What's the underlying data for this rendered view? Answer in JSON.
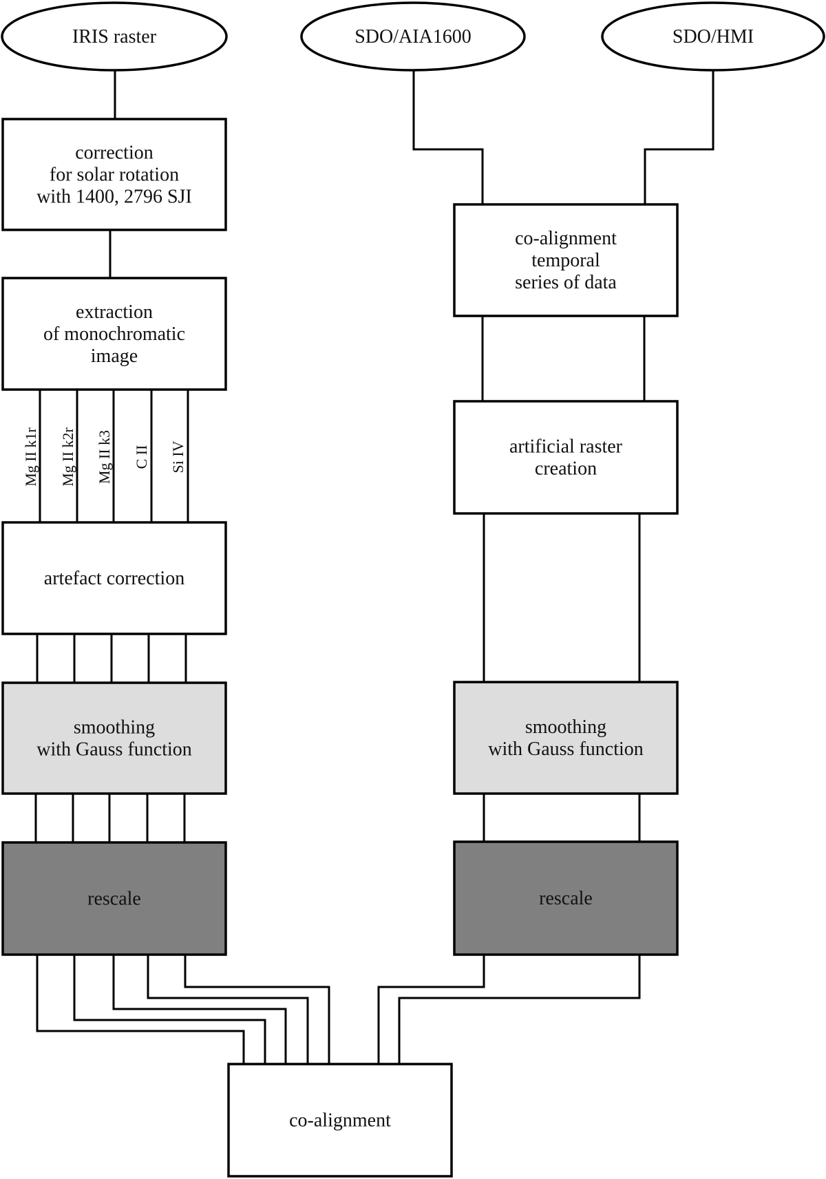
{
  "colors": {
    "white_fill": "#ffffff",
    "smoothing_fill": "#dddddd",
    "rescale_fill": "#808080",
    "stroke": "#000000"
  },
  "inputs": {
    "iris": "IRIS raster",
    "aia": "SDO/AIA1600",
    "hmi": "SDO/HMI"
  },
  "left_column": {
    "correction": [
      "correction",
      "for solar rotation",
      "with 1400, 2796 SJI"
    ],
    "extraction": [
      "extraction",
      "of monochromatic",
      "image"
    ],
    "spectral_lines": [
      "Mg II k1r",
      "Mg II k2r",
      "Mg II k3",
      "C II",
      "Si IV"
    ],
    "artefact": [
      "artefact correction"
    ],
    "smoothing": [
      "smoothing",
      "with Gauss function"
    ],
    "rescale": [
      "rescale"
    ]
  },
  "right_column": {
    "coalign_temporal": [
      "co-alignment",
      "temporal",
      "series of data"
    ],
    "artificial_raster": [
      "artificial raster",
      "creation"
    ],
    "smoothing": [
      "smoothing",
      "with Gauss function"
    ],
    "rescale": [
      "rescale"
    ]
  },
  "output": {
    "coalignment": [
      "co-alignment"
    ]
  }
}
